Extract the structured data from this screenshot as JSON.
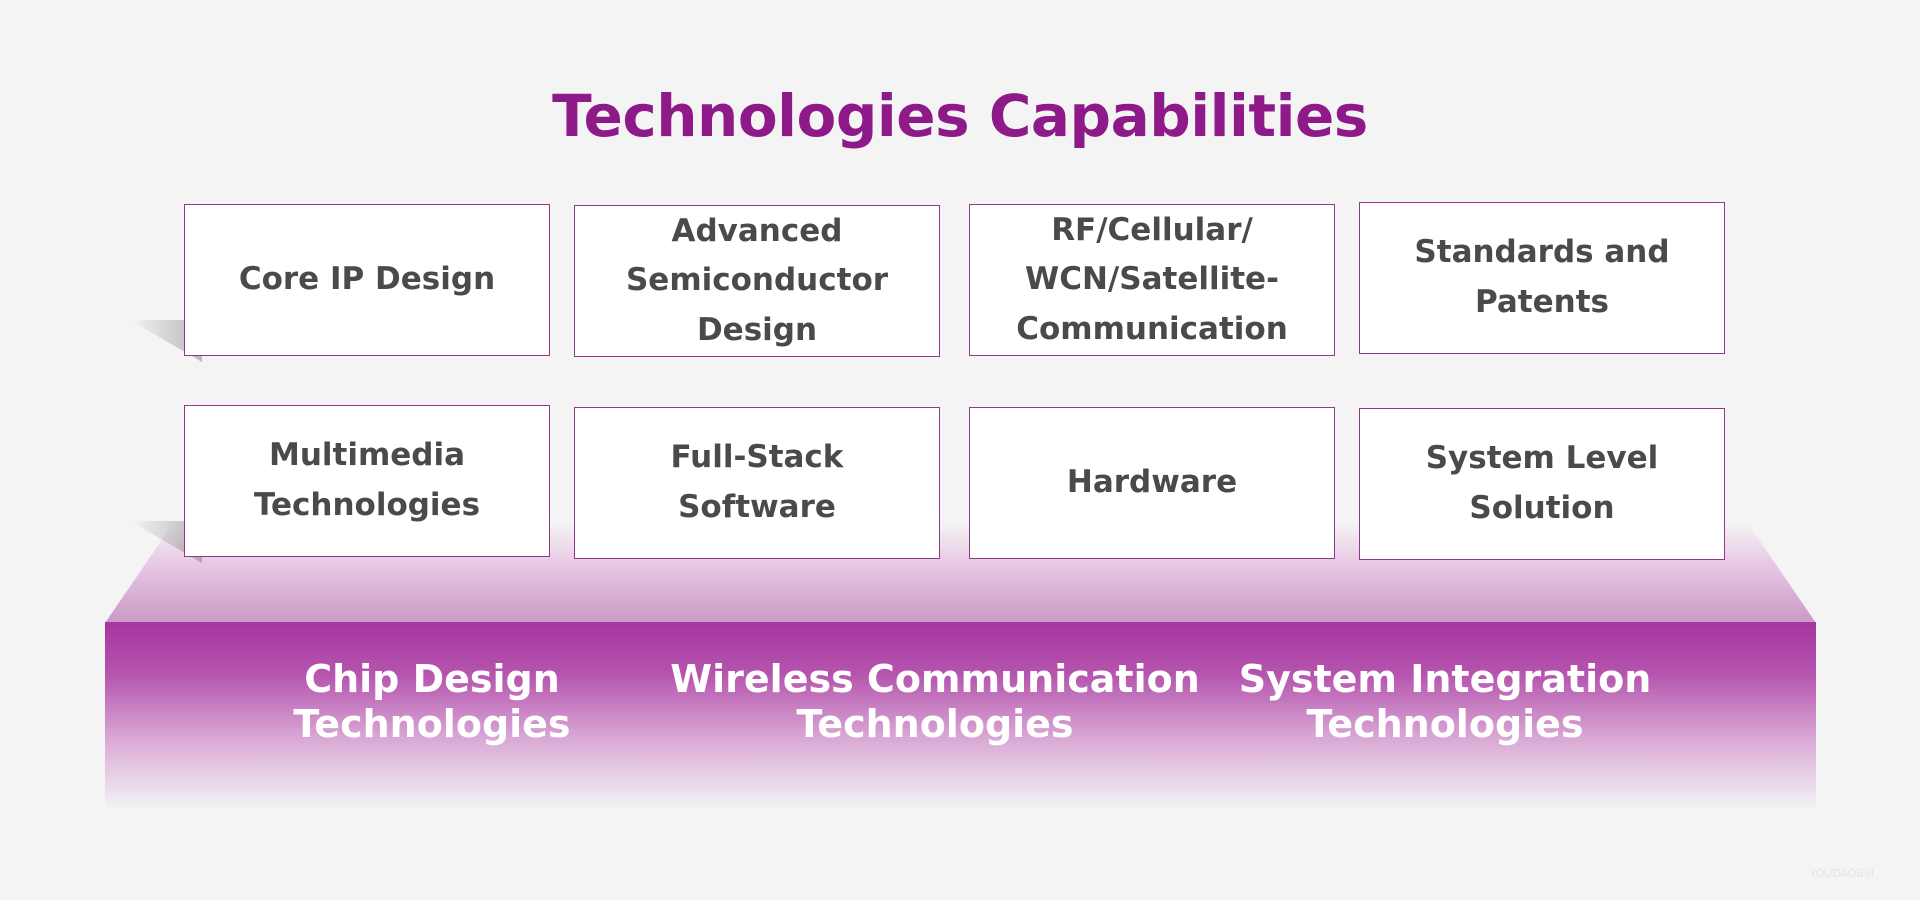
{
  "title": "Technologies Capabilities",
  "row1": [
    {
      "label": "Core IP Design"
    },
    {
      "label": "Advanced\nSemiconductor\nDesign"
    },
    {
      "label": "RF/Cellular/\nWCN/Satellite-\nCommunication"
    },
    {
      "label": "Standards and\nPatents"
    }
  ],
  "row2": [
    {
      "label": "Multimedia\nTechnologies"
    },
    {
      "label": "Full-Stack Software"
    },
    {
      "label": "Hardware"
    },
    {
      "label": "System Level\nSolution"
    }
  ],
  "categories": [
    {
      "label": "Chip Design\nTechnologies"
    },
    {
      "label": "Wireless Communication\nTechnologies"
    },
    {
      "label": "System Integration\nTechnologies"
    }
  ],
  "watermark": "YOUDAOBIJI",
  "colors": {
    "accent": "#8e1a89",
    "platform": "#a5359f",
    "card_border": "#8e3a89"
  }
}
